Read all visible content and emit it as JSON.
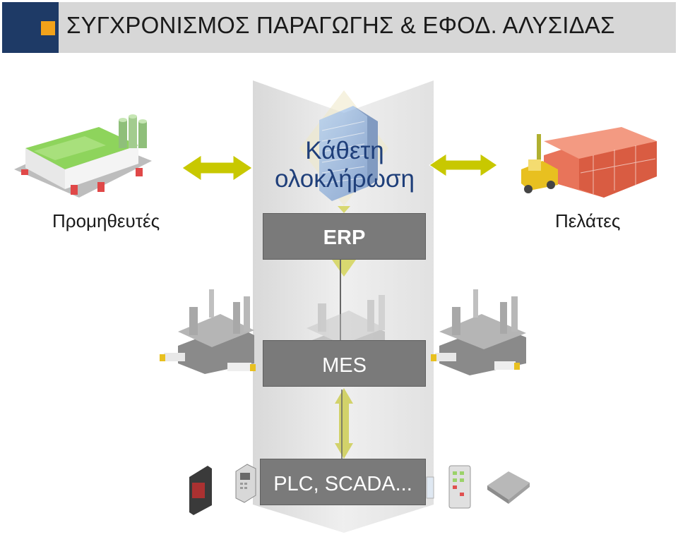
{
  "header": {
    "title": "ΣΥΓΧΡΟΝΙΣΜΟΣ ΠΑΡΑΓΩΓΗΣ & ΕΦΟΔ. ΑΛΥΣΙΔΑΣ",
    "accent_colors": {
      "navy": "#1e3a66",
      "orange": "#f2a21a",
      "bar": "#d7d7d7"
    }
  },
  "centre": {
    "title_line1": "Κάθετη",
    "title_line2": "ολοκλήρωση",
    "title_color": "#1f3f7a"
  },
  "sides": {
    "left_label": "Προμηθευτές",
    "right_label": "Πελάτες",
    "arrow_color": "#c8c800"
  },
  "layers": {
    "erp": "ERP",
    "mes": "MES",
    "plc": "PLC, SCADA..."
  },
  "icons": [
    "warehouse-icon",
    "building-icon",
    "forklift-icon",
    "factory-icon",
    "truck-icon",
    "device-icon"
  ]
}
